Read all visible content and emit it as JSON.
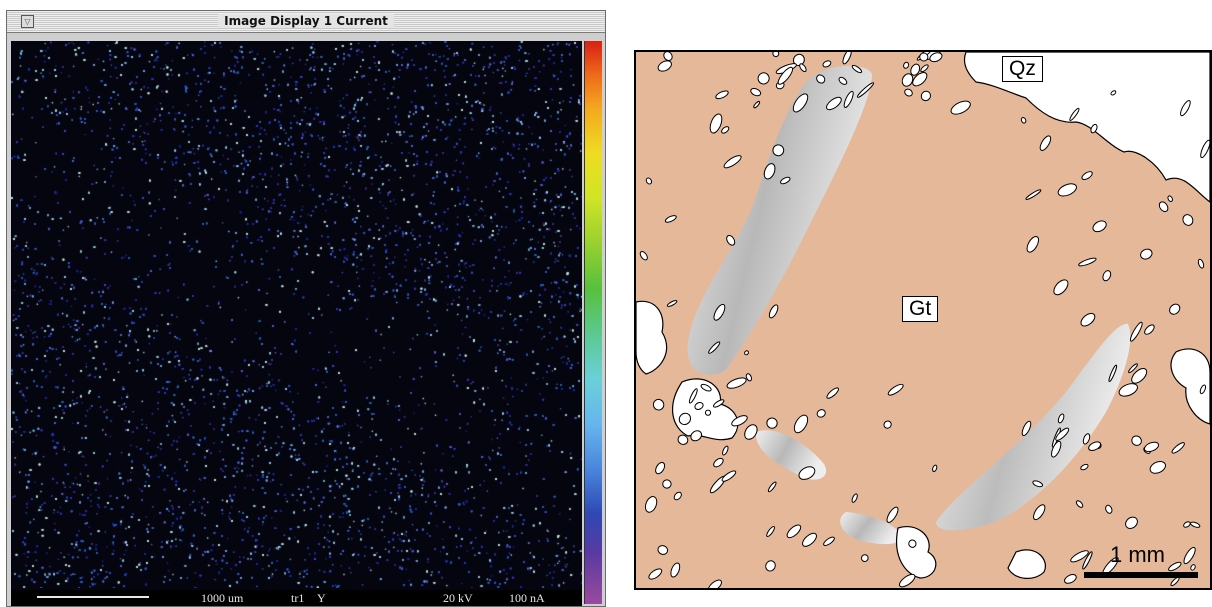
{
  "window": {
    "title": "Image Display 1  Current",
    "collapse_glyph": "▽"
  },
  "map": {
    "background_color": "#050510",
    "colorbar_colors": [
      "#d82014",
      "#ee6a1a",
      "#f4a820",
      "#eedc22",
      "#d0e426",
      "#98d030",
      "#58c03c",
      "#5cc890",
      "#6ad0d8",
      "#66b6ec",
      "#4a86dc",
      "#2e48b4",
      "#5a3aa2",
      "#9a4a9e"
    ]
  },
  "status_bar": {
    "scale": "1000 um",
    "detector": "tr1",
    "element": "Y",
    "voltage": "20 kV",
    "current": "100 nA"
  },
  "diagram": {
    "label_qz": "Qz",
    "label_gt": "Gt",
    "scale_label": "1 mm",
    "garnet_color": "#e6b89a",
    "quartz_color": "#ffffff",
    "zone_color": "#c8c8c8"
  }
}
